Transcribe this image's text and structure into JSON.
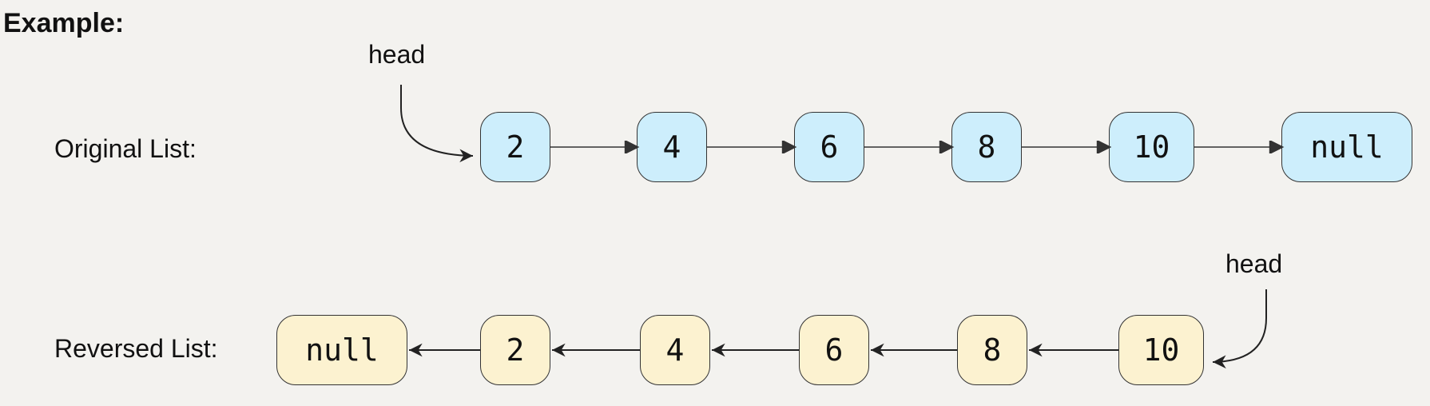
{
  "heading": "Example:",
  "original": {
    "label": "Original List:",
    "head_label": "head",
    "nodes": [
      "2",
      "4",
      "6",
      "8",
      "10",
      "null"
    ]
  },
  "reversed": {
    "label": "Reversed List:",
    "head_label": "head",
    "nodes": [
      "null",
      "2",
      "4",
      "6",
      "8",
      "10"
    ]
  },
  "colors": {
    "original_fill": "#cdeefc",
    "reversed_fill": "#fcf2d0",
    "stroke": "#333333"
  }
}
